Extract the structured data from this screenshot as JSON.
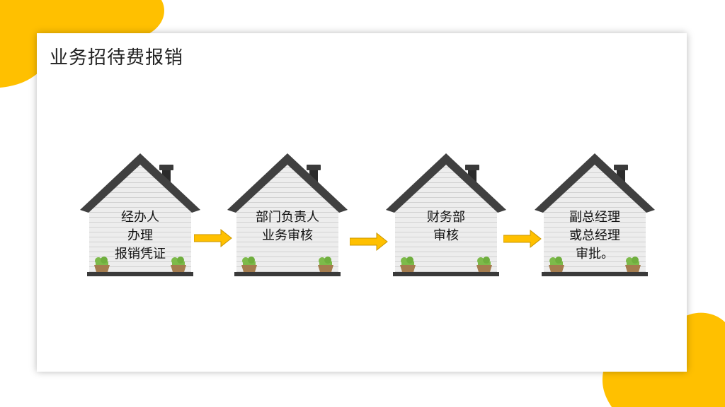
{
  "slide": {
    "title": "业务招待费报销"
  },
  "colors": {
    "accent": "#FFC000",
    "roof": "#404040",
    "wall": "#E9E9E9",
    "base": "#3A3A3A",
    "pot": "#A47C4E",
    "plant": "#7DBA4A"
  },
  "steps": [
    {
      "lines": [
        "经办人",
        "办理",
        "报销凭证"
      ]
    },
    {
      "lines": [
        "部门负责人",
        "业务审核"
      ]
    },
    {
      "lines": [
        "财务部",
        "审核"
      ]
    },
    {
      "lines": [
        "副总经理",
        "或总经理",
        "审批。"
      ]
    }
  ]
}
